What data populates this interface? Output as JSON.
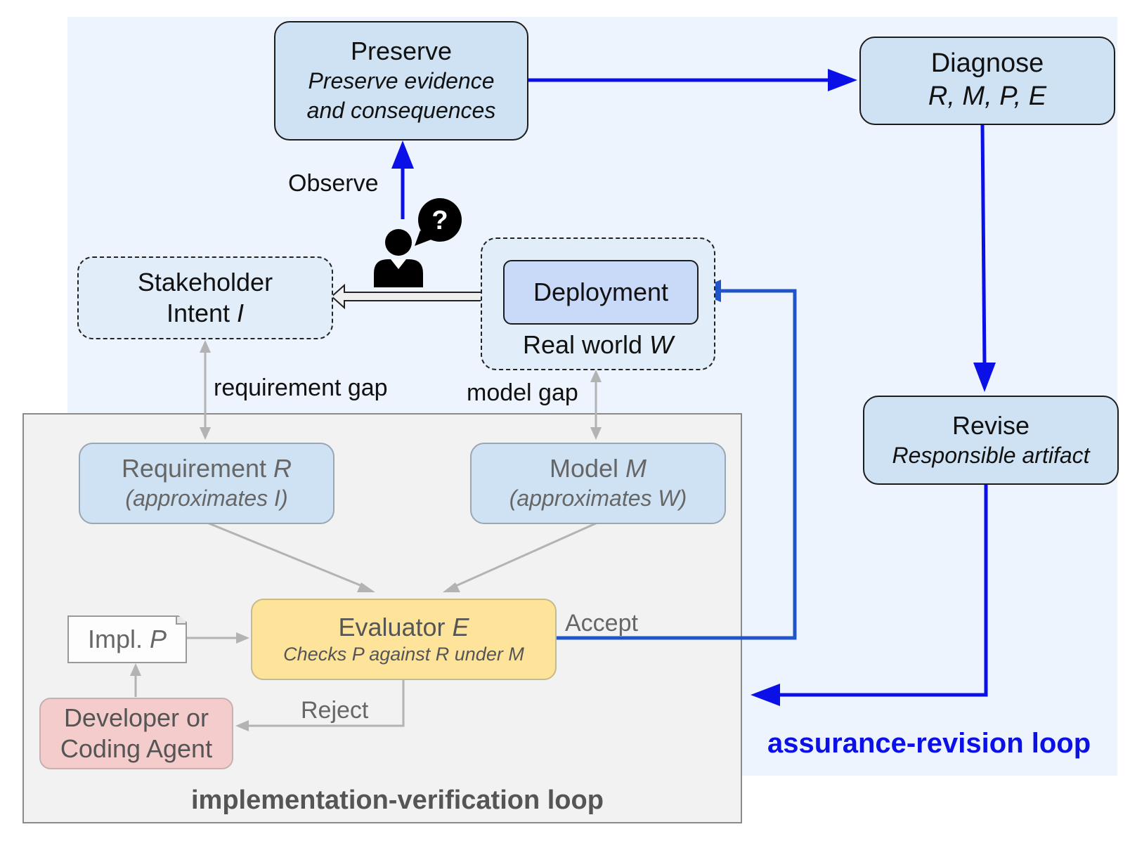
{
  "nodes": {
    "preserve": {
      "title": "Preserve",
      "line1": "Preserve evidence",
      "line2": "and consequences"
    },
    "diagnose": {
      "title": "Diagnose",
      "subtitle": "R, M, P, E"
    },
    "revise": {
      "title": "Revise",
      "subtitle": "Responsible artifact"
    },
    "stakeholder": {
      "line1": "Stakeholder",
      "line2_prefix": "Intent ",
      "line2_var": "I"
    },
    "deployment": {
      "title": "Deployment"
    },
    "real_world": {
      "prefix": "Real world ",
      "var": "W"
    },
    "requirement": {
      "prefix": "Requirement ",
      "var": "R",
      "subtitle": "(approximates I)"
    },
    "model": {
      "prefix": "Model ",
      "var": "M",
      "subtitle": "(approximates W)"
    },
    "evaluator": {
      "prefix": "Evaluator ",
      "var": "E",
      "subtitle": "Checks P against R under M"
    },
    "impl": {
      "prefix": "Impl. ",
      "var": "P"
    },
    "developer": {
      "line1": "Developer or",
      "line2": "Coding Agent"
    }
  },
  "edge_labels": {
    "observe": "Observe",
    "requirement_gap": "requirement gap",
    "model_gap": "model gap",
    "accept": "Accept",
    "reject": "Reject"
  },
  "loops": {
    "assurance": "assurance-revision loop",
    "implementation": "implementation-verification loop"
  },
  "icons": {
    "person": "person-icon",
    "speech": "question-speech-bubble-icon"
  },
  "colors": {
    "blue_arrow": "#0b10e6",
    "accept_arrow": "#1f55c8",
    "gray_arrow": "#b3b3b3",
    "assurance_title": "#0b10e6",
    "implementation_title": "#555555"
  }
}
